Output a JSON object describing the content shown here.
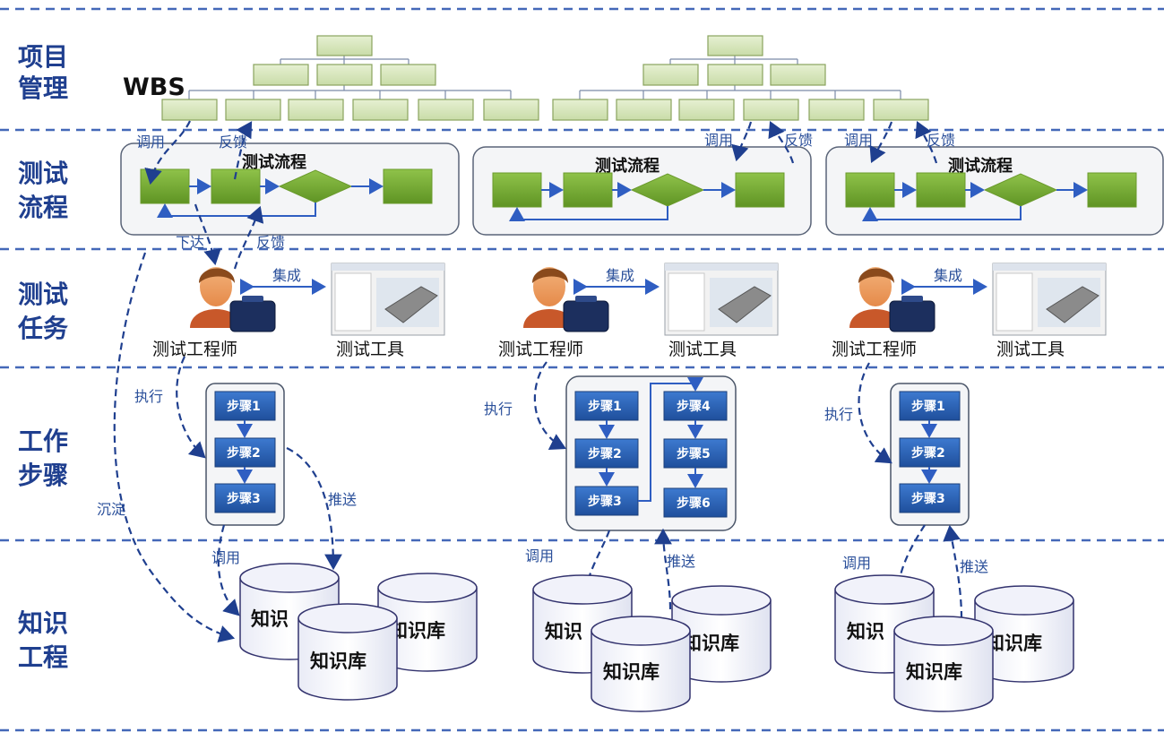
{
  "rows": {
    "project": [
      "项目",
      "管理"
    ],
    "flow": [
      "测试",
      "流程"
    ],
    "task": [
      "测试",
      "任务"
    ],
    "steps": [
      "工作",
      "步骤"
    ],
    "knowledge": [
      "知识",
      "工程"
    ]
  },
  "wbs_label": "WBS",
  "flow_title": "测试流程",
  "labels": {
    "call": "调用",
    "feedback": "反馈",
    "issue": "下达",
    "integrate": "集成",
    "execute": "执行",
    "push": "推送",
    "deposit": "沉淀"
  },
  "engineer": "测试工程师",
  "tool": "测试工具",
  "steps_left": [
    "步骤1",
    "步骤2",
    "步骤3"
  ],
  "steps_mid": [
    "步骤1",
    "步骤2",
    "步骤3",
    "步骤4",
    "步骤5",
    "步骤6"
  ],
  "steps_right": [
    "步骤1",
    "步骤2",
    "步骤3"
  ],
  "kb_back": "知识",
  "kb": "知识库",
  "colors": {
    "label": "#1f3f8f",
    "box_green": "#7fb13a",
    "step_blue": "#2e64b3"
  }
}
